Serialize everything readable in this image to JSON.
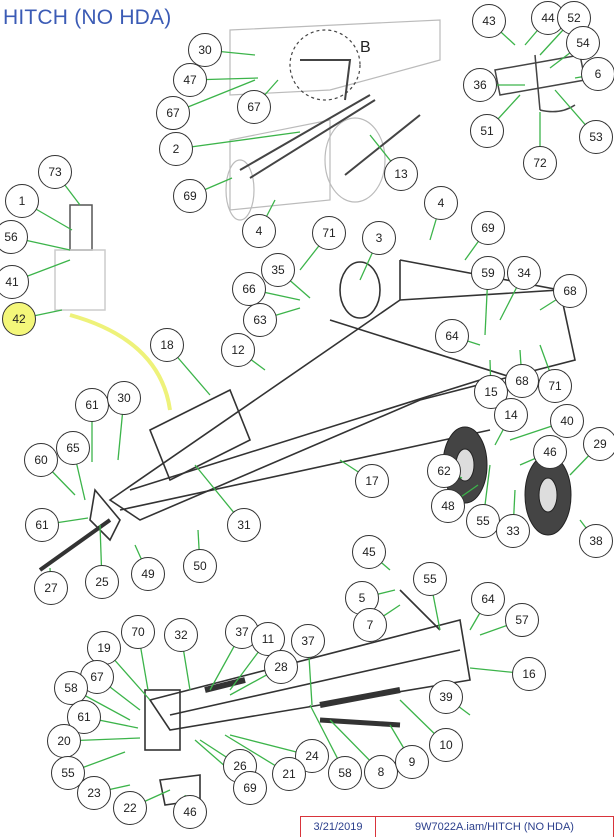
{
  "title": "HITCH (NO HDA)",
  "inset_view_label": "B",
  "highlight_color": "#f4f77a",
  "leader_color": "#3cb44a",
  "callouts": [
    "30",
    "47",
    "67",
    "67",
    "2",
    "69",
    "4",
    "13",
    "43",
    "44",
    "52",
    "54",
    "6",
    "36",
    "51",
    "72",
    "53",
    "73",
    "1",
    "56",
    "41",
    "42",
    "4",
    "69",
    "71",
    "3",
    "35",
    "66",
    "63",
    "59",
    "34",
    "68",
    "64",
    "18",
    "12",
    "15",
    "68",
    "71",
    "14",
    "40",
    "46",
    "29",
    "62",
    "48",
    "55",
    "33",
    "38",
    "61",
    "30",
    "65",
    "60",
    "61",
    "17",
    "31",
    "50",
    "49",
    "25",
    "27",
    "45",
    "55",
    "5",
    "64",
    "7",
    "57",
    "70",
    "32",
    "37",
    "11",
    "37",
    "19",
    "16",
    "28",
    "67",
    "58",
    "39",
    "61",
    "20",
    "10",
    "24",
    "58",
    "8",
    "9",
    "21",
    "26",
    "55",
    "23",
    "22",
    "69",
    "46"
  ],
  "footer": {
    "date": "3/21/2019",
    "file": "9W7022A.iam/HITCH (NO HDA)"
  }
}
